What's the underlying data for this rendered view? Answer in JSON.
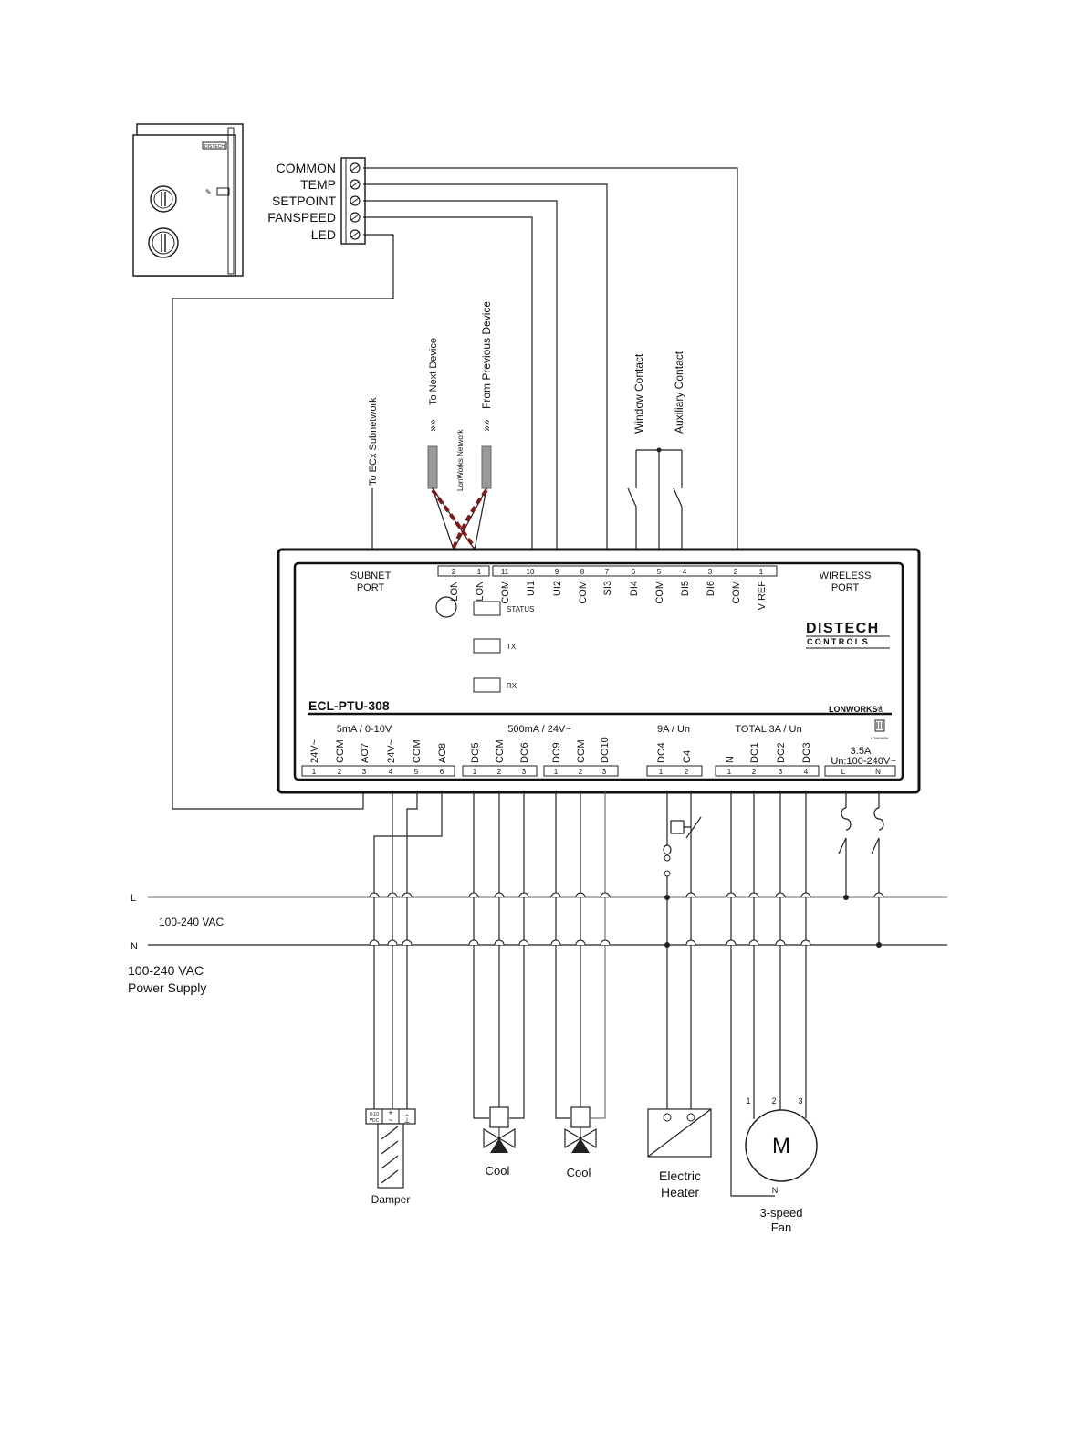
{
  "sensor": {
    "brand": "DISTECH",
    "terminals": [
      "COMMON",
      "TEMP",
      "SETPOINT",
      "FANSPEED",
      "LED"
    ]
  },
  "network": {
    "subnet_label": "To ECx Subnetwork",
    "next_device": "To Next Device",
    "prev_device": "From Previous Device",
    "lon_network": "LonWorks Network",
    "window_contact": "Window Contact",
    "aux_contact": "Auxiliary Contact"
  },
  "controller": {
    "model_bold": "ECL",
    "model_rest": "-PTU-308",
    "subnet_port_1": "SUBNET",
    "subnet_port_2": "PORT",
    "wireless_port_1": "WIRELESS",
    "wireless_port_2": "PORT",
    "status": "STATUS",
    "tx": "TX",
    "rx": "RX",
    "brand_1": "DISTECH",
    "brand_2": "CONTROLS",
    "lonworks": "LONWORKS®",
    "lonmark": "LONMARK",
    "top_numbers": [
      "2",
      "1",
      "11",
      "10",
      "9",
      "8",
      "7",
      "6",
      "5",
      "4",
      "3",
      "2",
      "1"
    ],
    "top_labels": [
      "LON",
      "LON",
      "COM",
      "UI1",
      "UI2",
      "COM",
      "SI3",
      "DI4",
      "COM",
      "DI5",
      "DI6",
      "COM",
      "V REF"
    ],
    "group_ao": "5mA / 0-10V",
    "group_do": "500mA / 24V~",
    "group_relay": "9A / Un",
    "group_fan": "TOTAL 3A / Un",
    "fuse_1": "3.5A",
    "fuse_2": "Un:100-240V~",
    "bottom_labels": [
      "24V~",
      "COM",
      "AO7",
      "24V~",
      "COM",
      "AO8",
      "DO5",
      "COM",
      "DO6",
      "DO9",
      "COM",
      "DO10",
      "DO4",
      "C4",
      "N",
      "DO1",
      "DO2",
      "DO3"
    ],
    "bottom_numbers": [
      "1",
      "2",
      "3",
      "4",
      "5",
      "6",
      "1",
      "2",
      "3",
      "1",
      "2",
      "3",
      "1",
      "2",
      "1",
      "2",
      "3",
      "4",
      "L",
      "N"
    ]
  },
  "power": {
    "l": "L",
    "n": "N",
    "vac": "100-240 VAC",
    "supply_1": "100-240 VAC",
    "supply_2": "Power Supply"
  },
  "loads": {
    "damper": "Damper",
    "damper_sig_1": "0-10",
    "damper_sig_2": "VDC",
    "cool_1": "Cool",
    "cool_2": "Cool",
    "heater_1": "Electric",
    "heater_2": "Heater",
    "motor": "M",
    "motor_n": "N",
    "motor_pins": [
      "1",
      "2",
      "3"
    ],
    "fan_1": "3-speed",
    "fan_2": "Fan"
  }
}
